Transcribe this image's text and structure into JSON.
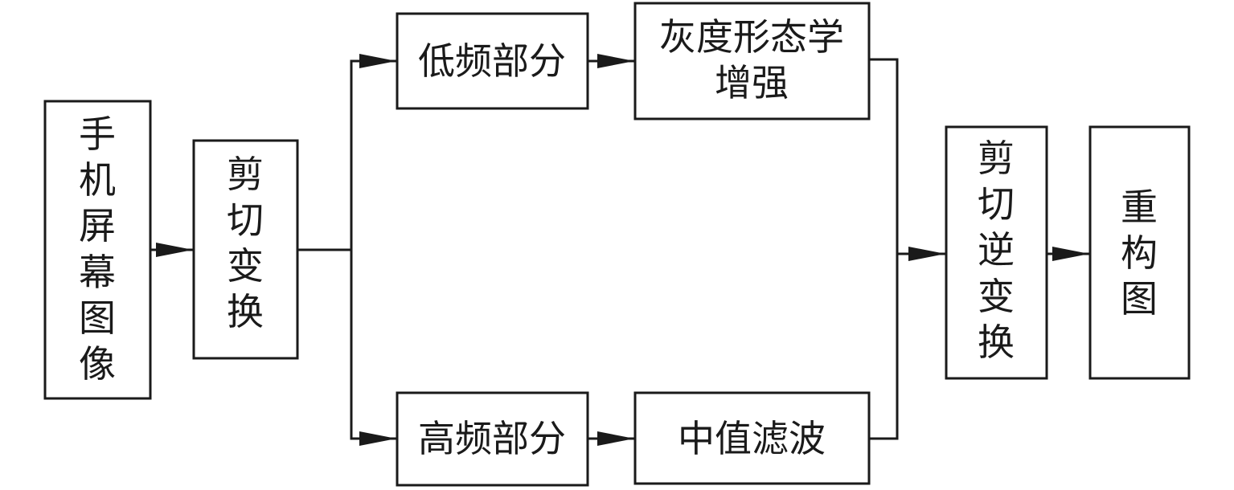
{
  "nodes": {
    "phone_screen_image": [
      "手",
      "机",
      "屏",
      "幕",
      "图",
      "像"
    ],
    "shear_transform": [
      "剪",
      "切",
      "变",
      "换"
    ],
    "low_freq": "低频部分",
    "high_freq": "高频部分",
    "grayscale_morph": [
      "灰度形态学",
      "增强"
    ],
    "median_filter": "中值滤波",
    "inverse_shear": [
      "剪",
      "切",
      "逆",
      "变",
      "换"
    ],
    "reconstructed_image": [
      "重",
      "构",
      "图"
    ]
  }
}
